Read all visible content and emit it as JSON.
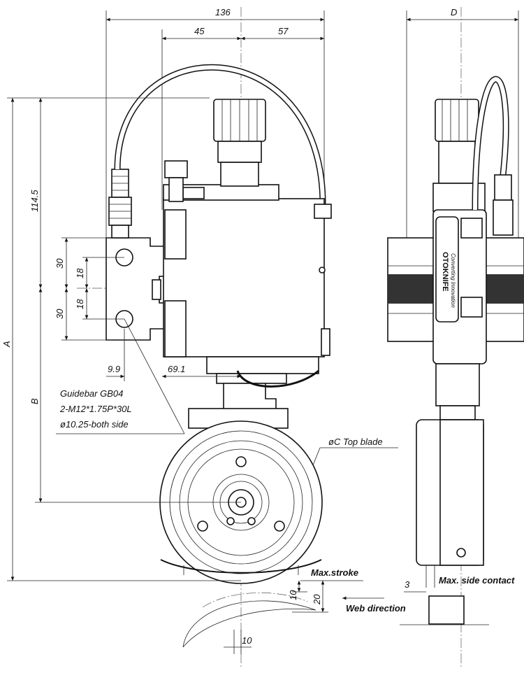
{
  "dimensions": {
    "total_width": "136",
    "left_width": "45",
    "right_width": "57",
    "side_width": "D",
    "height_A": "A",
    "height_B": "B",
    "height_114_5": "114.5",
    "gap_30_top": "30",
    "gap_30_bottom": "30",
    "gap_18_top": "18",
    "gap_18_bottom": "18",
    "offset_9_9": "9.9",
    "offset_69_1": "69.1",
    "stroke_10": "10",
    "stroke_20": "20",
    "web_10": "10",
    "side_3": "3"
  },
  "notes": {
    "guidebar_line1": "Guidebar GB04",
    "guidebar_line2": "2-M12*1.75P*30L",
    "guidebar_line3": "ø10.25-both side",
    "top_blade": "øC Top blade",
    "max_stroke": "Max.stroke",
    "web_direction": "Web direction",
    "max_side_contact": "Max. side contact"
  },
  "logo": {
    "brand": "OTOKNIFE",
    "tagline": "Converting Innovation"
  }
}
